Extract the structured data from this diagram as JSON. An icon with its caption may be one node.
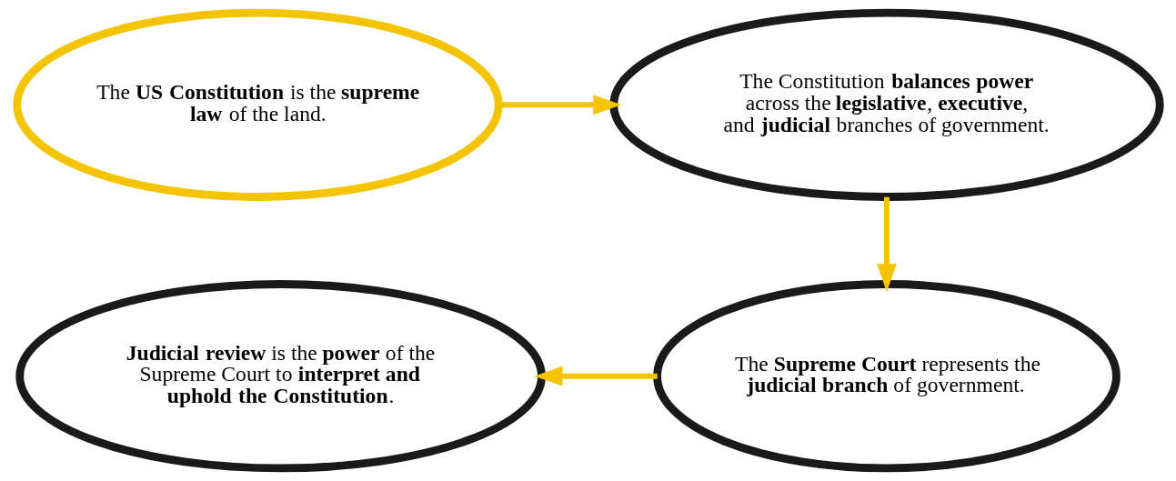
{
  "diagram": {
    "nodes": [
      {
        "text": [
          "The **US Constitution** is the **supreme law** of the land."
        ]
      },
      {
        "text": [
          "The Constitution **balances power** across the **legislative**, **executive**, and **judicial** branches of government."
        ]
      },
      {
        "text": [
          "The **Supreme Court** represents the **judicial branch** of government."
        ]
      },
      {
        "text": [
          "**Judicial review** is the **power** of the Supreme Court to **interpret and uphold the Constitution**."
        ]
      }
    ],
    "edges": [
      {
        "from": 0,
        "to": 1,
        "arrow": "to"
      },
      {
        "from": 1,
        "to": 2,
        "arrow": "to"
      },
      {
        "from": 2,
        "to": 3,
        "arrow": "to"
      }
    ]
  }
}
